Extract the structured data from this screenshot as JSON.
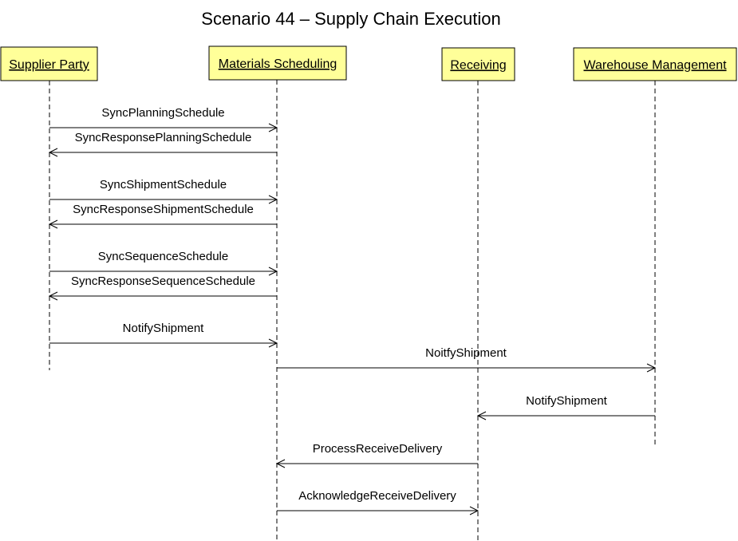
{
  "title": "Scenario 44 – Supply Chain Execution",
  "participants": [
    {
      "id": "supplier",
      "label": "Supplier Party"
    },
    {
      "id": "materials",
      "label": "Materials Scheduling"
    },
    {
      "id": "receiving",
      "label": "Receiving"
    },
    {
      "id": "warehouse",
      "label": "Warehouse Management"
    }
  ],
  "messages": [
    {
      "from": "supplier",
      "to": "materials",
      "label": "SyncPlanningSchedule"
    },
    {
      "from": "materials",
      "to": "supplier",
      "label": "SyncResponsePlanningSchedule"
    },
    {
      "from": "supplier",
      "to": "materials",
      "label": "SyncShipmentSchedule"
    },
    {
      "from": "materials",
      "to": "supplier",
      "label": "SyncResponseShipmentSchedule"
    },
    {
      "from": "supplier",
      "to": "materials",
      "label": "SyncSequenceSchedule"
    },
    {
      "from": "materials",
      "to": "supplier",
      "label": "SyncResponseSequenceSchedule"
    },
    {
      "from": "supplier",
      "to": "materials",
      "label": "NotifyShipment"
    },
    {
      "from": "materials",
      "to": "warehouse",
      "label": "NoitfyShipment"
    },
    {
      "from": "warehouse",
      "to": "receiving",
      "label": "NotifyShipment"
    },
    {
      "from": "receiving",
      "to": "materials",
      "label": "ProcessReceiveDelivery"
    },
    {
      "from": "materials",
      "to": "receiving",
      "label": "AcknowledgeReceiveDelivery"
    }
  ]
}
